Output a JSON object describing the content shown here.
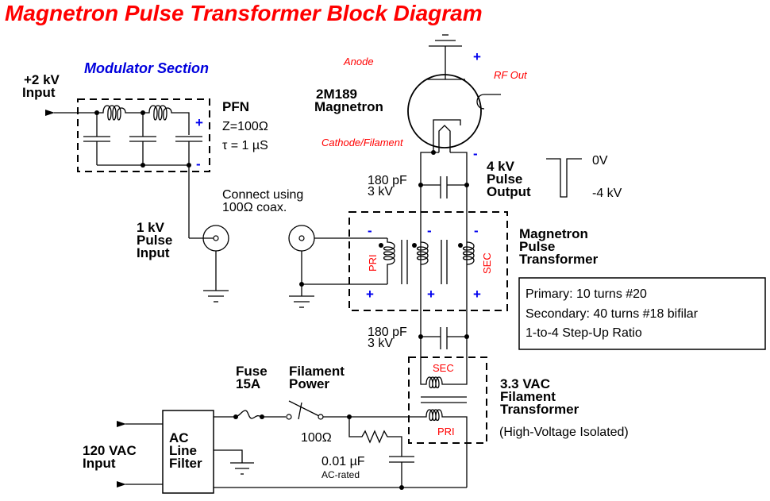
{
  "title": "Magnetron Pulse Transformer Block Diagram",
  "colors": {
    "title": "#ff0000",
    "section": "#0000dd",
    "polarity": "#0000ee",
    "annotation": "#ff0000"
  },
  "modulator": {
    "section_label": "Modulator Section",
    "input_label_1": "+2 kV",
    "input_label_2": "Input",
    "pfn_label": "PFN",
    "pfn_impedance": "Z=100Ω",
    "pfn_tau": "τ = 1 µS",
    "plus": "+",
    "minus": "-"
  },
  "pulse_input": {
    "label_1": "1 kV",
    "label_2": "Pulse",
    "label_3": "Input",
    "coax_note_1": "Connect using",
    "coax_note_2": "100Ω coax."
  },
  "magnetron": {
    "model": "2M189",
    "name": "Magnetron",
    "anode_label": "Anode",
    "rf_out_label": "RF Out",
    "cathode_label": "Cathode/Filament",
    "plus": "+",
    "minus": "-"
  },
  "output": {
    "label_1": "4 kV",
    "label_2": "Pulse",
    "label_3": "Output",
    "level_high": "0V",
    "level_low": "-4 kV"
  },
  "capacitor_top": {
    "value": "180 pF",
    "rating": "3 kV"
  },
  "capacitor_bottom": {
    "value": "180 pF",
    "rating": "3 kV"
  },
  "pulse_transformer": {
    "label_1": "Magnetron",
    "label_2": "Pulse",
    "label_3": "Transformer",
    "pri_label": "PRI",
    "sec_label": "SEC",
    "polarity_top": "-",
    "polarity_bottom": "+",
    "specs": [
      "Primary: 10 turns #20",
      "Secondary: 40 turns #18 bifilar",
      "1-to-4 Step-Up Ratio"
    ]
  },
  "filament_transformer": {
    "label_1": "3.3 VAC",
    "label_2": "Filament",
    "label_3": "Transformer",
    "note": "(High-Voltage Isolated)",
    "sec_label": "SEC",
    "pri_label": "PRI"
  },
  "ac_input": {
    "label_1": "120 VAC",
    "label_2": "Input",
    "filter_1": "AC",
    "filter_2": "Line",
    "filter_3": "Filter",
    "fuse_1": "Fuse",
    "fuse_2": "15A",
    "switch_1": "Filament",
    "switch_2": "Power",
    "resistor": "100Ω",
    "snubber_cap": "0.01 µF",
    "snubber_cap_note": "AC-rated"
  }
}
